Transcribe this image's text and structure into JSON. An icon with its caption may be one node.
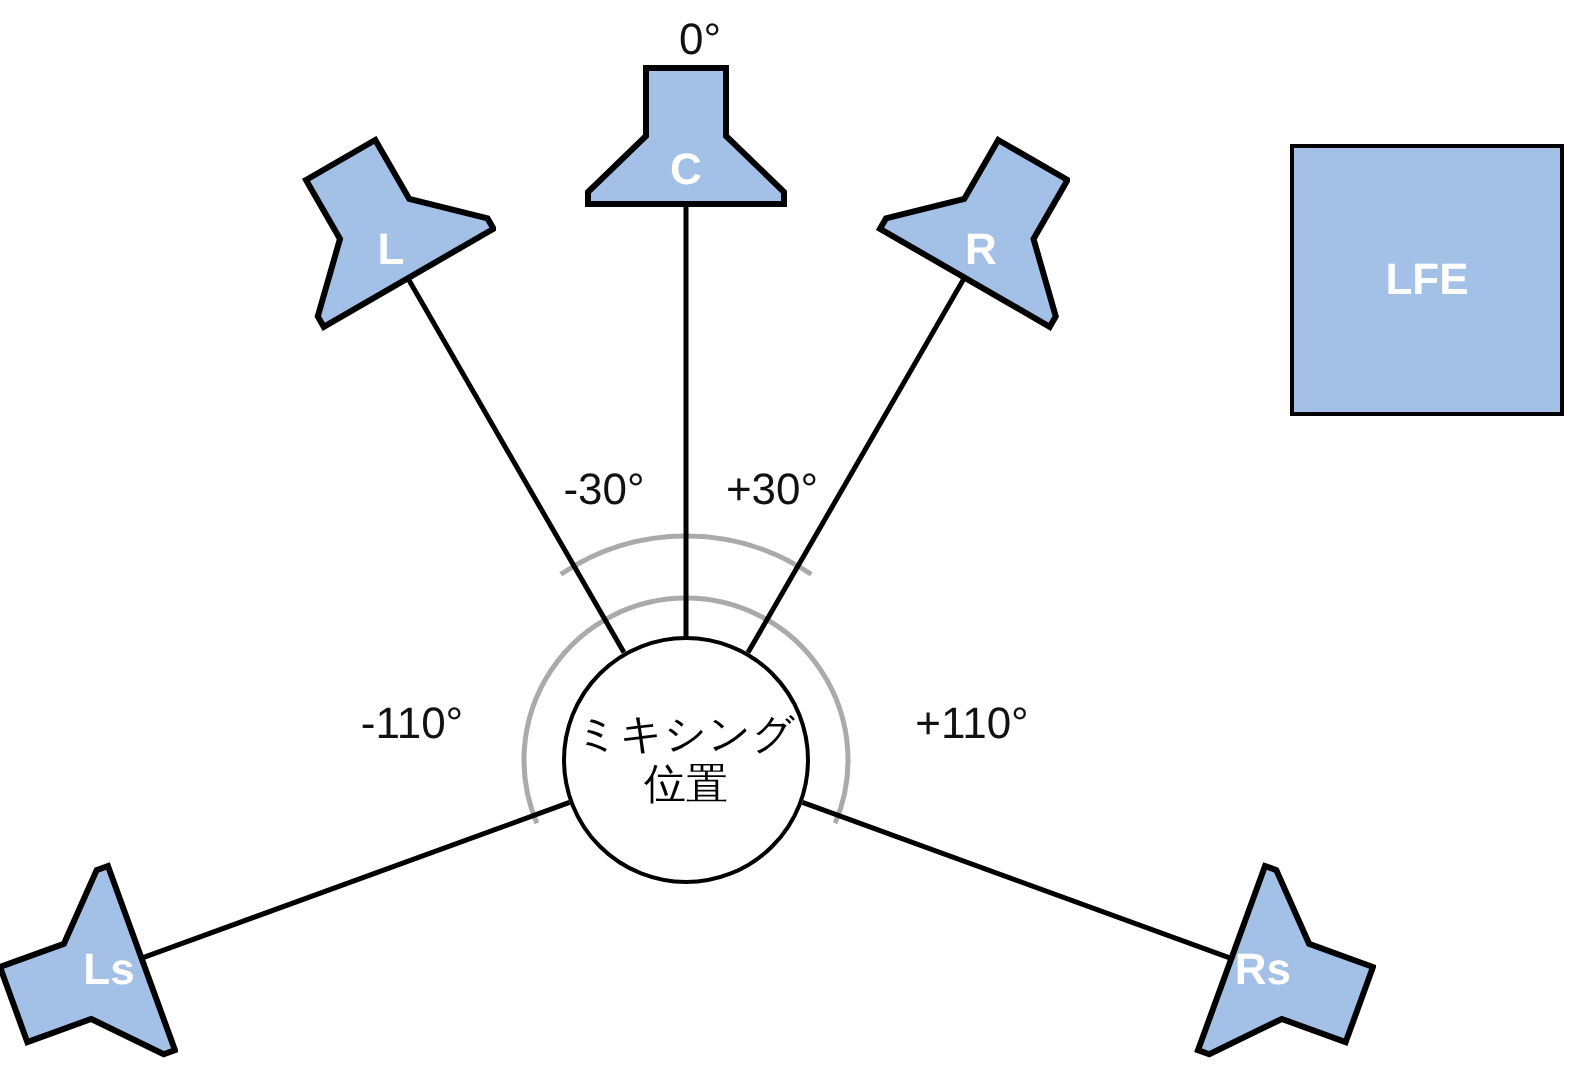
{
  "diagram": {
    "nodes": [
      {
        "text": [
          "C"
        ]
      },
      {
        "text": [
          "L"
        ]
      },
      {
        "text": [
          "R"
        ]
      },
      {
        "text": [
          "LFE"
        ]
      },
      {
        "text": [
          "ミキシング位置"
        ]
      },
      {
        "text": [
          "Ls"
        ]
      },
      {
        "text": [
          "Rs"
        ]
      }
    ],
    "edges": [
      {
        "from": 4,
        "to": 0,
        "arrow": "none"
      },
      {
        "from": 4,
        "to": 1,
        "arrow": "none"
      },
      {
        "from": 4,
        "to": 2,
        "arrow": "none"
      },
      {
        "from": 4,
        "to": 5,
        "arrow": "none"
      },
      {
        "from": 4,
        "to": 6,
        "arrow": "none"
      }
    ],
    "labels": [
      "0°",
      "-30°",
      "+30°",
      "-110°",
      "+110°"
    ]
  }
}
